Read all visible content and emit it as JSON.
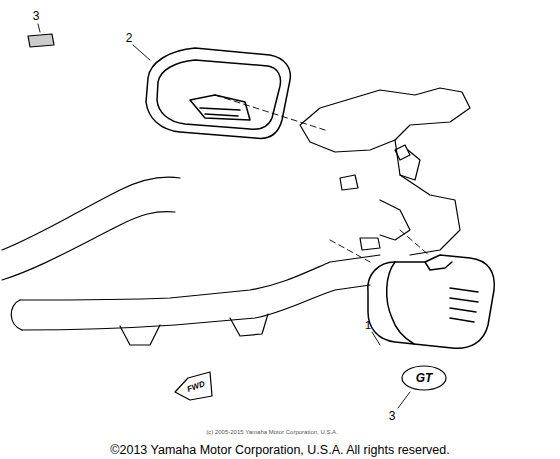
{
  "diagram": {
    "labels": [
      "3",
      "2",
      "1",
      "3",
      "GT",
      "FWD",
      "(c) 2005-2015 Yamaha Motor Corporation, U.S.A.",
      "©2013 Yamaha Motor Corporation, U.S.A. All rights reserved."
    ]
  }
}
